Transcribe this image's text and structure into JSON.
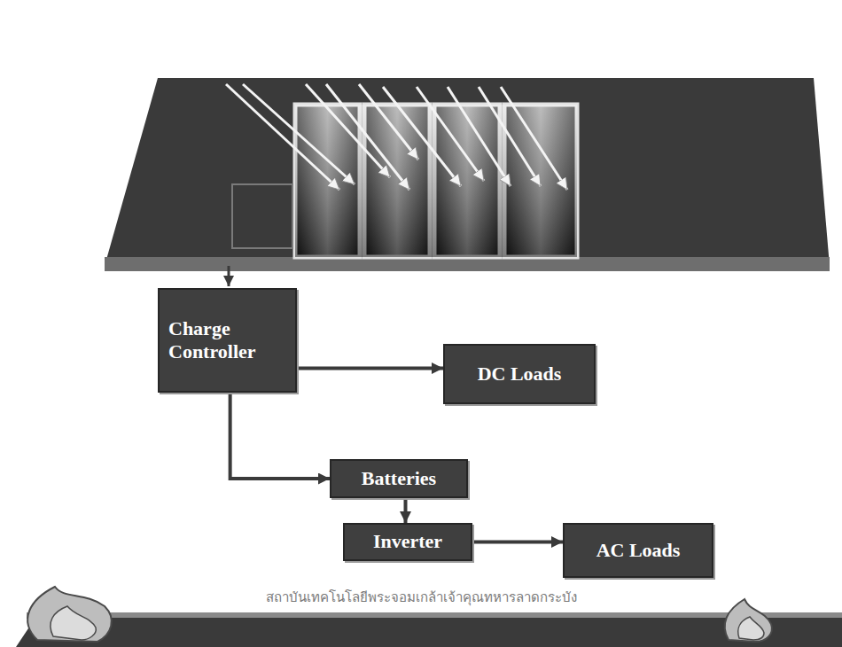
{
  "diagram": {
    "nodes": [
      {
        "text": [
          "Charge Controller"
        ]
      },
      {
        "text": [
          "DC Loads"
        ]
      },
      {
        "text": [
          "Batteries"
        ]
      },
      {
        "text": [
          "Inverter"
        ]
      },
      {
        "text": [
          "AC Loads"
        ]
      }
    ],
    "edges": [
      {
        "from": 0,
        "to": 1,
        "arrow": "to"
      },
      {
        "from": 0,
        "to": 2,
        "arrow": "to"
      },
      {
        "from": 2,
        "to": 3,
        "arrow": "to"
      },
      {
        "from": 3,
        "to": 4,
        "arrow": "to"
      }
    ],
    "labels": [
      "สถาบันเทคโนโลยีพระจอมเกล้าเจ้าคุณทหารลาดกระบัง"
    ]
  }
}
